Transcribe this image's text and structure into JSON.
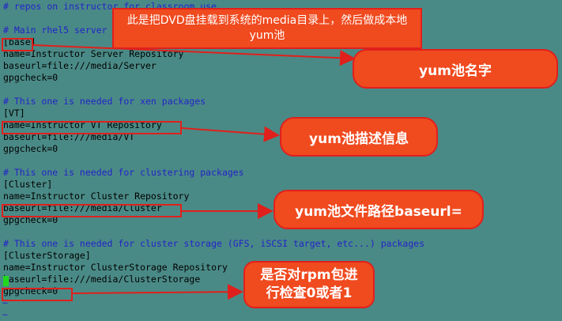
{
  "terminal": {
    "lines": [
      "# repos on instructor for classroom use",
      "",
      "# Main rhel5 server",
      "[base]",
      "name=Instructor Server Repository",
      "baseurl=file:///media/Server",
      "gpgcheck=0",
      "",
      "# This one is needed for xen packages",
      "[VT]",
      "name=Instructor VT Repository",
      "baseurl=file:///media/VT",
      "gpgcheck=0",
      "",
      "# This one is needed for clustering packages",
      "[Cluster]",
      "name=Instructor Cluster Repository",
      "baseurl=file:///media/Cluster",
      "gpgcheck=0",
      "",
      "# This one is needed for cluster storage (GFS, iSCSI target, etc...) packages",
      "[ClusterStorage]",
      "name=Instructor ClusterStorage Repository",
      "baseurl=file:///media/ClusterStorage",
      "gpgcheck=0",
      "~",
      "~"
    ]
  },
  "annotations": {
    "top_note": "此是把DVD盘挂载到系统的media目录上，然后做成本地yum池",
    "repo_name": "yum池名字",
    "repo_desc": "yum池描述信息",
    "repo_path": "yum池文件路径baseurl=",
    "gpgcheck": "是否对rpm包进行检查0或者1"
  },
  "colors": {
    "background": "#4a8a86",
    "comment": "#2323c8",
    "annotation_red": "#e0201c",
    "annotation_fill": "#f04a1f",
    "cursor": "#22d81e"
  }
}
